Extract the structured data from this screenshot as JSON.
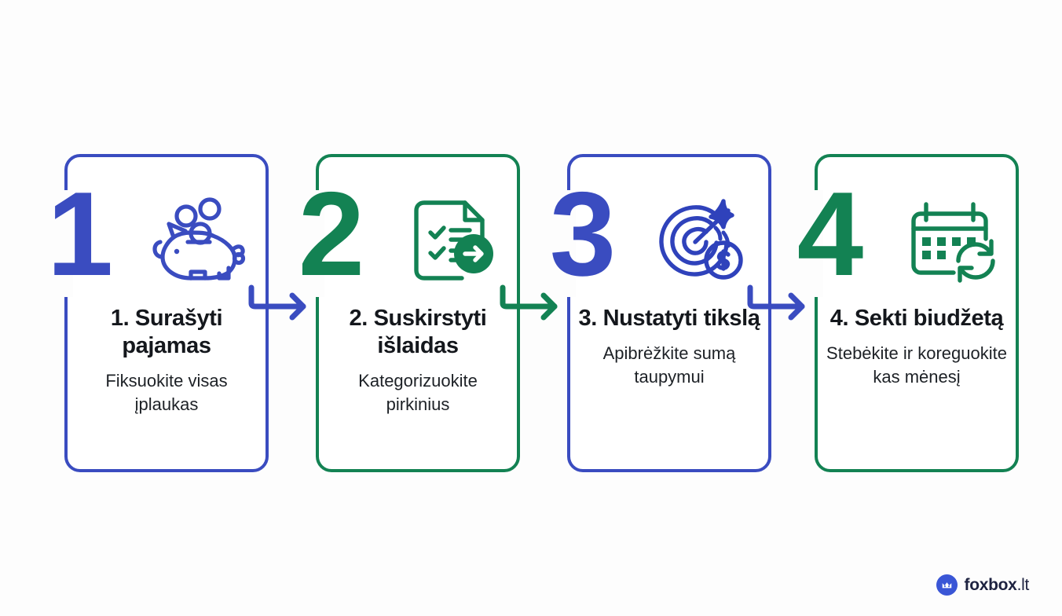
{
  "theme": {
    "background": "#fdfdfd",
    "blue": "#3a4cc0",
    "green": "#138253",
    "text_dark": "#14171c",
    "logo_blue": "#3a56d6"
  },
  "steps": [
    {
      "numeral": "1",
      "color": "blue",
      "icon": "piggy-bank-icon",
      "title": "1. Surašyti pajamas",
      "subtitle": "Fiksuokite visas įplaukas"
    },
    {
      "numeral": "2",
      "color": "green",
      "icon": "checklist-document-arrow-icon",
      "title": "2. Suskirstyti išlaidas",
      "subtitle": "Kategorizuokite pirkinius"
    },
    {
      "numeral": "3",
      "color": "blue",
      "icon": "target-arrow-dollar-icon",
      "title": "3. Nustatyti tikslą",
      "subtitle": "Apibrėžkite sumą taupymui"
    },
    {
      "numeral": "4",
      "color": "green",
      "icon": "calendar-refresh-icon",
      "title": "4. Sekti biudžetą",
      "subtitle": "Stebėkite ir koreguokite kas mėnesį"
    }
  ],
  "connectors": [
    {
      "from": "1",
      "to": "2",
      "color": "blue"
    },
    {
      "from": "2",
      "to": "3",
      "color": "green"
    },
    {
      "from": "3",
      "to": "4",
      "color": "blue"
    }
  ],
  "logo": {
    "name": "foxbox",
    "tld": ".lt",
    "badge_glyph": "M"
  }
}
